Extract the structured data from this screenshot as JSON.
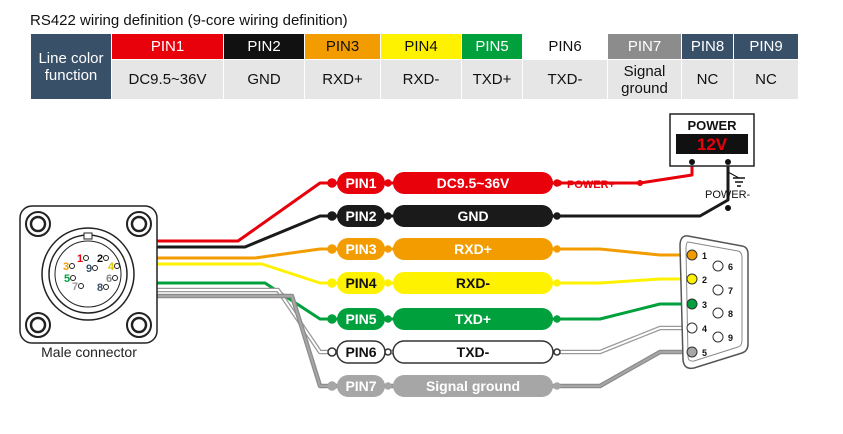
{
  "title": "RS422 wiring definition (9-core wiring definition)",
  "table": {
    "row_header": "Line color function",
    "pins": [
      {
        "label": "PIN1",
        "function": "DC9.5~36V",
        "bg": "#e8000b",
        "fg": "#ffffff"
      },
      {
        "label": "PIN2",
        "function": "GND",
        "bg": "#111111",
        "fg": "#ffffff"
      },
      {
        "label": "PIN3",
        "function": "RXD+",
        "bg": "#f39c00",
        "fg": "#111111"
      },
      {
        "label": "PIN4",
        "function": "RXD-",
        "bg": "#fff200",
        "fg": "#111111"
      },
      {
        "label": "PIN5",
        "function": "TXD+",
        "bg": "#00a03c",
        "fg": "#ffffff"
      },
      {
        "label": "PIN6",
        "function": "TXD-",
        "bg": "#ffffff",
        "fg": "#111111"
      },
      {
        "label": "PIN7",
        "function": "Signal ground",
        "bg": "#8c8c8c",
        "fg": "#ffffff"
      },
      {
        "label": "PIN8",
        "function": "NC",
        "bg": "#385068",
        "fg": "#ffffff"
      },
      {
        "label": "PIN9",
        "function": "NC",
        "bg": "#385068",
        "fg": "#ffffff"
      }
    ]
  },
  "wires": [
    {
      "pin": "PIN1",
      "name": "DC9.5~36V",
      "color": "#e8000b",
      "text_color": "#ffffff"
    },
    {
      "pin": "PIN2",
      "name": "GND",
      "color": "#1a1a1a",
      "text_color": "#ffffff"
    },
    {
      "pin": "PIN3",
      "name": "RXD+",
      "color": "#f39c00",
      "text_color": "#ffffff"
    },
    {
      "pin": "PIN4",
      "name": "RXD-",
      "color": "#fff200",
      "text_color": "#111111"
    },
    {
      "pin": "PIN5",
      "name": "TXD+",
      "color": "#00a03c",
      "text_color": "#ffffff"
    },
    {
      "pin": "PIN6",
      "name": "TXD-",
      "color": "#ffffff",
      "text_color": "#111111"
    },
    {
      "pin": "PIN7",
      "name": "Signal ground",
      "color": "#a6a6a6",
      "text_color": "#ffffff"
    }
  ],
  "power": {
    "title": "POWER",
    "display": "12V",
    "positive_label": "POWER+",
    "negative_label": "POWER-"
  },
  "connector": {
    "caption": "Male connector",
    "pin_numbers": [
      {
        "n": "1",
        "color": "#e8000b"
      },
      {
        "n": "2",
        "color": "#111111"
      },
      {
        "n": "3",
        "color": "#f39c00"
      },
      {
        "n": "4",
        "color": "#e0c800"
      },
      {
        "n": "5",
        "color": "#00a03c"
      },
      {
        "n": "6",
        "color": "#888888"
      },
      {
        "n": "7",
        "color": "#9a9a9a"
      },
      {
        "n": "8",
        "color": "#385068"
      },
      {
        "n": "9",
        "color": "#385068"
      }
    ]
  },
  "db9": {
    "pins": [
      {
        "n": "1",
        "fill": "#f39c00"
      },
      {
        "n": "2",
        "fill": "#fff200"
      },
      {
        "n": "3",
        "fill": "#00a03c"
      },
      {
        "n": "4",
        "fill": "#ffffff"
      },
      {
        "n": "5",
        "fill": "#a6a6a6"
      },
      {
        "n": "6",
        "fill": "#ffffff"
      },
      {
        "n": "7",
        "fill": "#ffffff"
      },
      {
        "n": "8",
        "fill": "#ffffff"
      },
      {
        "n": "9",
        "fill": "#ffffff"
      }
    ]
  }
}
